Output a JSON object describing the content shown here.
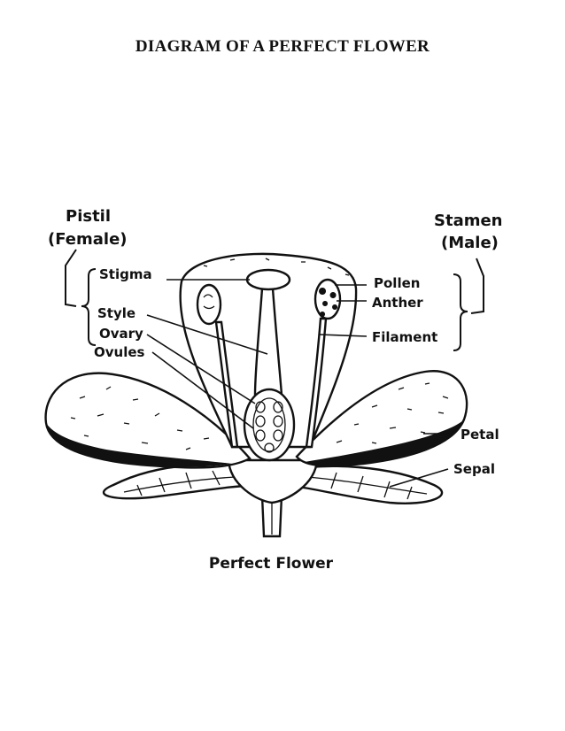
{
  "title": "DIAGRAM OF A PERFECT FLOWER",
  "groups": {
    "pistil": "Pistil",
    "female": "(Female)",
    "stamen": "Stamen",
    "male": "(Male)"
  },
  "parts": {
    "stigma": "Stigma",
    "style": "Style",
    "ovary": "Ovary",
    "ovules": "Ovules",
    "pollen": "Pollen",
    "anther": "Anther",
    "filament": "Filament",
    "petal": "Petal",
    "sepal": "Sepal"
  },
  "caption": "Perfect Flower"
}
